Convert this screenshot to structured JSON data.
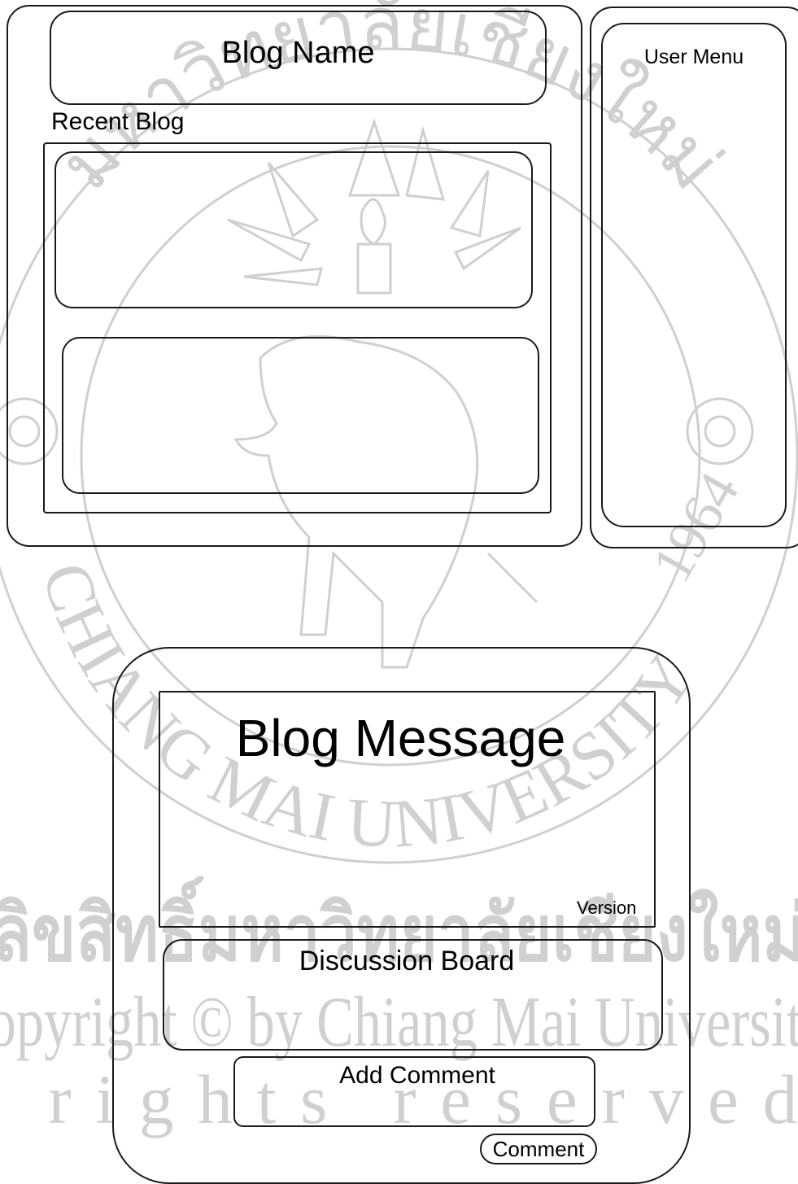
{
  "header": {
    "blog_name": "Blog Name"
  },
  "recent_blog": {
    "label": "Recent Blog",
    "cards": [
      "",
      ""
    ]
  },
  "user_menu": {
    "label": "User Menu"
  },
  "blog_message": {
    "title": "Blog Message",
    "version_label": "Version"
  },
  "discussion_board": {
    "label": "Discussion Board"
  },
  "add_comment": {
    "label": "Add Comment",
    "button_label": "Comment"
  },
  "watermark": {
    "thai_line": "ลิขสิทธิ์มหาวิทยาลัยเชียงใหม่",
    "copyright_line": "Copyright © by Chiang Mai University",
    "rights_line": "All rights reserved",
    "seal_text": "CHIANG MAI UNIVERSITY",
    "seal_year": "1964",
    "seal_thai": "มหาวิทยาลัยเชียงใหม่",
    "color": "#c9c9c9"
  },
  "colors": {
    "stroke": "#1a1a1a",
    "background": "#ffffff"
  }
}
